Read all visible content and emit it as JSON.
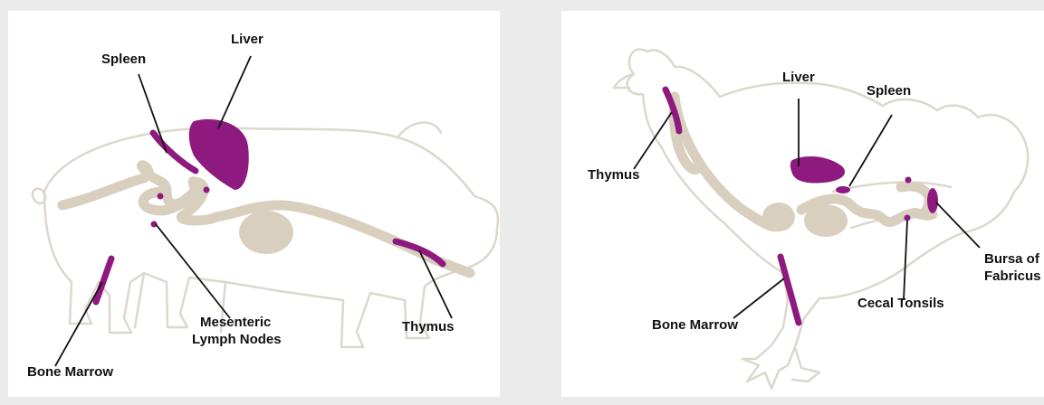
{
  "colors": {
    "background": "#ebebeb",
    "panel": "#ffffff",
    "organ": "#8e1a80",
    "outline": "#dcd7cf",
    "gut": "#d9cfbf",
    "text": "#111111"
  },
  "pig": {
    "labels": {
      "spleen": "Spleen",
      "liver": "Liver",
      "mesenteric_line1": "Mesenteric",
      "mesenteric_line2": "Lymph Nodes",
      "thymus": "Thymus",
      "bone_marrow": "Bone Marrow"
    }
  },
  "chicken": {
    "labels": {
      "liver": "Liver",
      "spleen": "Spleen",
      "thymus": "Thymus",
      "bursa_line1": "Bursa of",
      "bursa_line2": "Fabricus",
      "cecal_tonsils": "Cecal Tonsils",
      "bone_marrow": "Bone Marrow"
    }
  }
}
